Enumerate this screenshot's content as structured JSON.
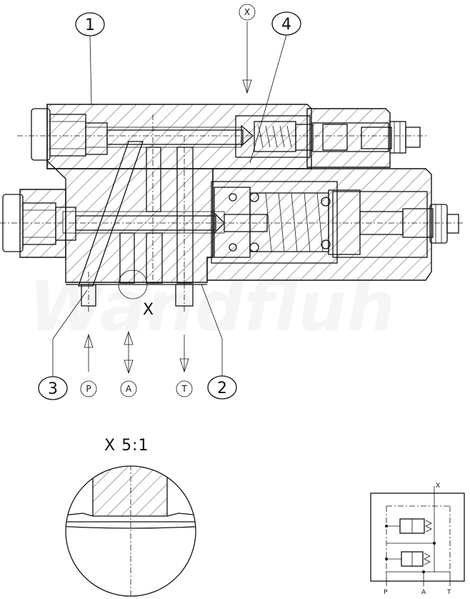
{
  "callouts": {
    "c1": "1",
    "c2": "2",
    "c3": "3",
    "c4": "4"
  },
  "ports": {
    "x_top": "X",
    "p": "P",
    "a": "A",
    "t": "T"
  },
  "detail": {
    "marker": "X",
    "title": "X 5:1"
  },
  "watermark": "Wandfluh",
  "schematic": {
    "x": "X",
    "p": "P",
    "a": "A",
    "t": "T"
  }
}
